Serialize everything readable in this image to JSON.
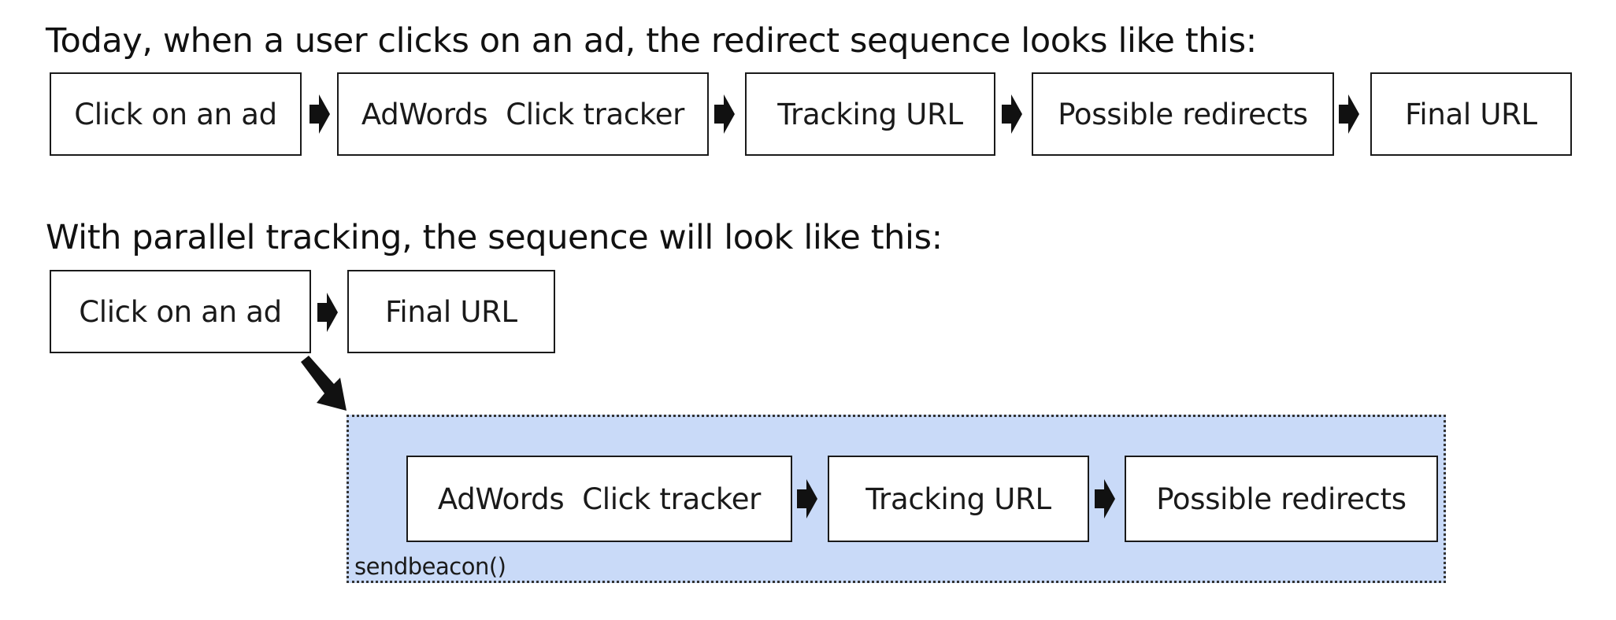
{
  "headings": {
    "today": "Today, when a user clicks on an ad, the redirect sequence looks like this:",
    "parallel": "With parallel tracking, the sequence will look like this:"
  },
  "sequence_today": {
    "steps": [
      "Click on an ad",
      "AdWords  Click tracker",
      "Tracking URL",
      "Possible redirects",
      "Final URL"
    ]
  },
  "sequence_parallel": {
    "main_steps": [
      "Click on an ad",
      "Final URL"
    ],
    "beacon_steps": [
      "AdWords  Click tracker",
      "Tracking URL",
      "Possible redirects"
    ],
    "beacon_label": "sendbeacon()",
    "beacon_fill": "#c9daf8"
  },
  "icons": {
    "step_arrow": "right-arrow-icon",
    "branch_arrow": "down-right-arrow-icon"
  }
}
